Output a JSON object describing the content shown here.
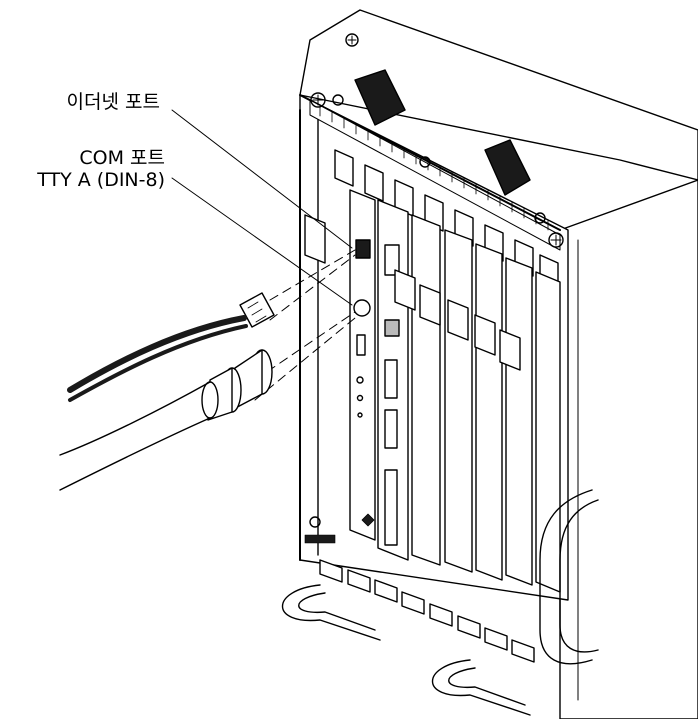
{
  "labels": {
    "ethernet_port": "이더넷 포트",
    "com_port_line1": "COM 포트",
    "com_port_line2": "TTY A (DIN-8)"
  },
  "icons": [
    "rj45-plug-icon",
    "din8-plug-icon",
    "sun-logo-icon"
  ],
  "colors": {
    "line": "#000000",
    "fill": "#ffffff",
    "dark_fill": "#1a1a1a"
  }
}
